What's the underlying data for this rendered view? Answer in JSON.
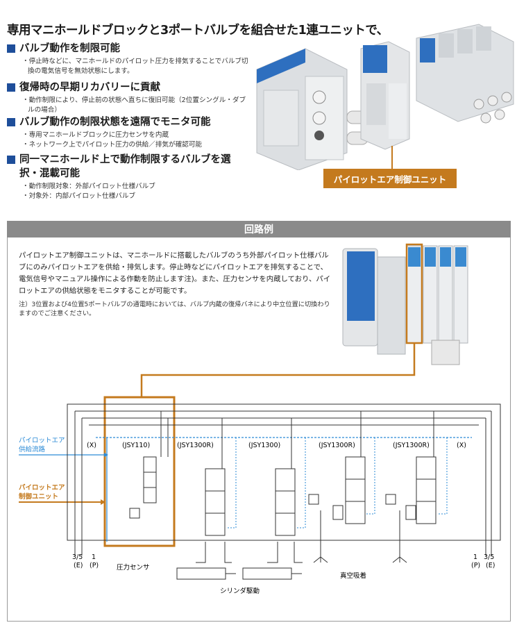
{
  "headline": "専用マニホールドブロックと3ポートバルブを組合せた1連ユニットで、",
  "features": [
    {
      "title": "バルブ動作を制限可能",
      "bullets": [
        "停止時などに、マニホールドのパイロット圧力を排気することでバルブ切換の電気信号を無効状態にします。"
      ]
    },
    {
      "title": "復帰時の早期リカバリーに貢献",
      "bullets": [
        "動作制限により、停止前の状態へ直ちに復旧可能（2位置シングル・ダブルの場合）"
      ]
    },
    {
      "title": "バルブ動作の制限状態を遠隔でモニタ可能",
      "bullets": [
        "専用マニホールドブロックに圧力センサを内蔵",
        "ネットワーク上でパイロット圧力の供給／排気が確認可能"
      ]
    },
    {
      "title": "同一マニホールド上で動作制限するバルブを選択・混載可能",
      "bullets": [
        "動作制限対象：外部パイロット仕様バルブ",
        "対象外：内部パイロット仕様バルブ"
      ]
    }
  ],
  "unit_label": "パイロットエア制御ユニット",
  "section_title": "回路例",
  "description": "パイロットエア制御ユニットは、マニホールドに搭載したバルブのうち外部パイロット仕様バルブにのみパイロットエアを供給・排気します。停止時などにパイロットエアを排気することで、電気信号やマニュアル操作による作動を防止します注)。また、圧力センサを内蔵しており、パイロットエアの供給状態をモニタすることが可能です。",
  "note": "注）3位置および4位置5ポートバルブの通電時においては、バルブ内蔵の復帰バネにより中立位置に切換わりますのでご注意ください。",
  "diagram": {
    "legend_supply": [
      "パイロットエア",
      "供給流路"
    ],
    "legend_unit": [
      "パイロットエア",
      "制御ユニット"
    ],
    "valves": [
      "(JSY110)",
      "(JSY1300R)",
      "(JSY1300)",
      "(JSY1300R)",
      "(JSY1300R)"
    ],
    "x_left": "(X)",
    "x_right": "(X)",
    "port_left_e": [
      "3/5",
      "(E)"
    ],
    "port_left_p": [
      "1",
      "(P)"
    ],
    "port_right_p": [
      "1",
      "(P)"
    ],
    "port_right_e": [
      "3/5",
      "(E)"
    ],
    "pressure_sensor": "圧力センサ",
    "cylinder": "シリンダ駆動",
    "vacuum": "真空吸着"
  },
  "colors": {
    "accent_orange": "#c47a1e",
    "accent_blue": "#1e4e9a",
    "supply_blue": "#2a8ad6"
  }
}
